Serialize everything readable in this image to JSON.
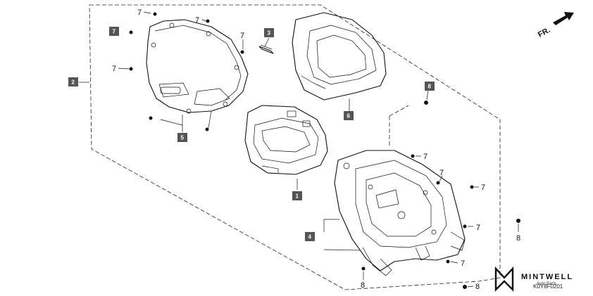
{
  "direction_label": "FR.",
  "part_code": "K0Y8F0201",
  "watermark": {
    "brand": "MINTWELL",
    "tagline": "Auto Parts"
  },
  "boxed_labels": [
    "1",
    "2",
    "3",
    "4",
    "5",
    "6",
    "8",
    "7"
  ],
  "callouts": [
    "7",
    "7",
    "7",
    "7",
    "7",
    "7",
    "7",
    "7",
    "7",
    "8",
    "8"
  ]
}
